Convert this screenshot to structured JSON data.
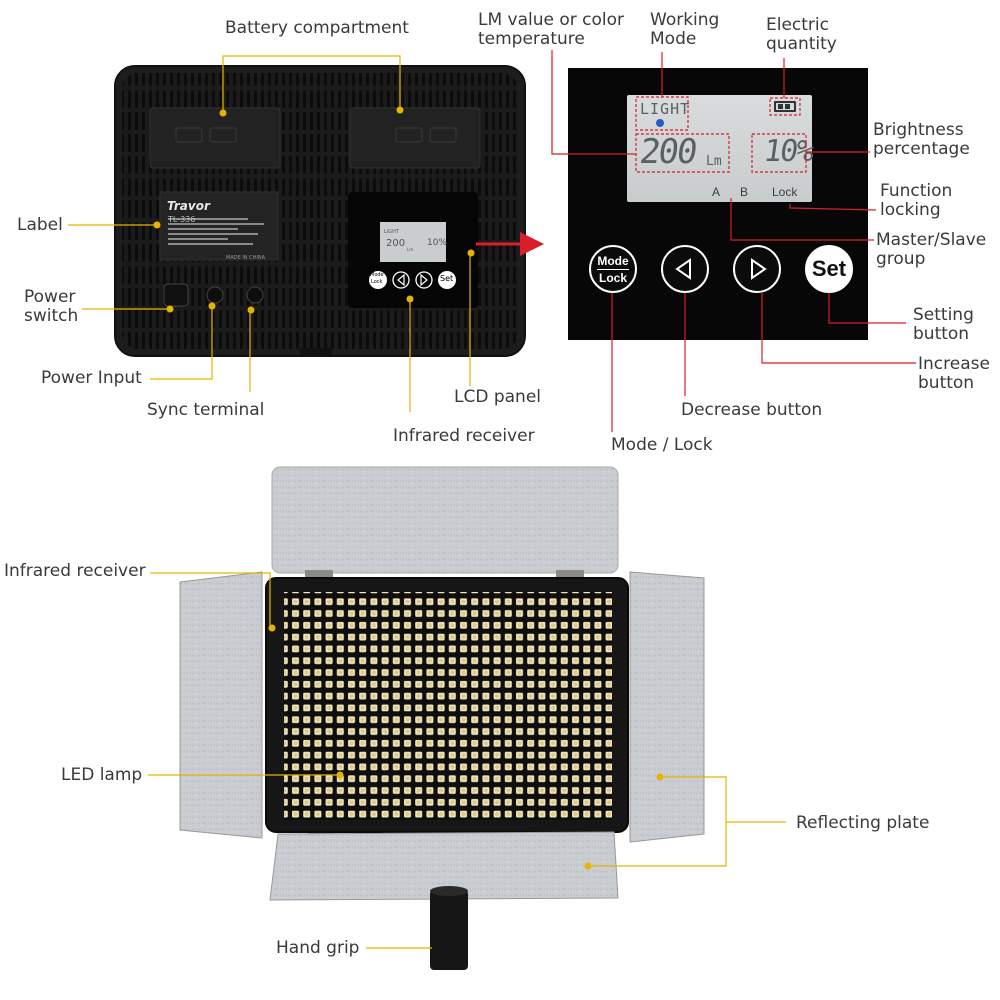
{
  "colors": {
    "callout_red": "#d81e28",
    "callout_gold": "#e6b400",
    "device_body": "#1b1b1b",
    "lcd_background": "#050505",
    "lcd_screen": "#cfd3d3",
    "panel_silver": "#c8cbcf",
    "led_color": "#f0e6b4"
  },
  "device_top": {
    "label_brand": "Travor",
    "label_model": "TL-336",
    "label_made_in": "MADE IN CHINA",
    "mini_lcd_mode": "LIGHT",
    "mini_lcd_value": "200",
    "mini_lcd_unit": "Lm",
    "mini_lcd_percent": "10%",
    "mini_mode_top": "Mode",
    "mini_mode_bottom": "Lock",
    "mini_set": "Set"
  },
  "lcd_panel": {
    "mode": "LIGHT",
    "value": "200",
    "unit": "Lm",
    "percent": "10%",
    "group_a": "A",
    "group_b": "B",
    "lock": "Lock",
    "mode_button_top": "Mode",
    "mode_button_bottom": "Lock",
    "set_button": "Set"
  },
  "callouts_top": {
    "battery": "Battery compartment",
    "label": "Label",
    "power_switch_1": "Power",
    "power_switch_2": "switch",
    "power_input": "Power Input",
    "sync_terminal": "Sync terminal",
    "lcd_panel": "LCD panel",
    "infrared_receiver": "Infrared receiver"
  },
  "callouts_lcd": {
    "lm_value_1": "LM value or color",
    "lm_value_2": "temperature",
    "working_mode_1": "Working",
    "working_mode_2": "Mode",
    "electric_1": "Electric",
    "electric_2": "quantity",
    "brightness_1": "Brightness",
    "brightness_2": "percentage",
    "function_1": "Function",
    "function_2": "locking",
    "master_1": "Master/Slave",
    "master_2": "group",
    "setting_1": "Setting",
    "setting_2": "button",
    "increase_1": "Increase",
    "increase_2": "button",
    "decrease": "Decrease button",
    "mode_lock": "Mode / Lock"
  },
  "callouts_bottom": {
    "infrared_receiver": "Infrared receiver",
    "led_lamp": "LED lamp",
    "reflecting_plate": "Reflecting plate",
    "hand_grip": "Hand grip"
  }
}
